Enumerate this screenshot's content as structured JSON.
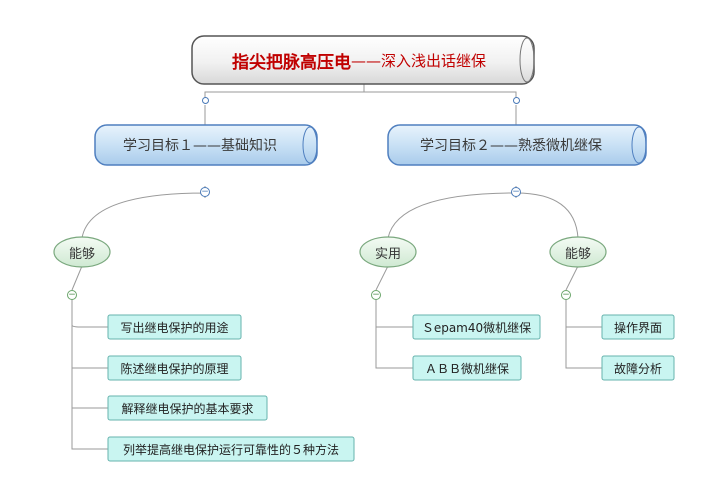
{
  "root": {
    "title_main": "指尖把脉高压电",
    "title_sub": "——深入浅出话继保"
  },
  "goals": [
    {
      "label": "学习目标１——基础知识",
      "toggle": "−"
    },
    {
      "label": "学习目标２——熟悉微机继保",
      "toggle": "−"
    }
  ],
  "groups": [
    {
      "label": "能够",
      "toggle": "−",
      "items": [
        "写出继电保护的用途",
        "陈述继电保护的原理",
        "解释继电保护的基本要求",
        "列举提高继电保护运行可靠性的５种方法"
      ]
    },
    {
      "label": "实用",
      "toggle": "−",
      "items": [
        "Ｓepam40微机继保",
        "ＡＢＢ微机继保"
      ]
    },
    {
      "label": "能够",
      "toggle": "−",
      "items": [
        "操作界面",
        "故障分析"
      ]
    }
  ],
  "colors": {
    "line": "#9a9a9a",
    "root_border": "#555555",
    "root_text": "#c00000",
    "goal_fill": "#c9e1f5",
    "goal_border": "#4f7fbf",
    "oval_fill": "#dff1e1",
    "oval_border": "#7aa87e",
    "leaf_fill": "#c9f5f1",
    "leaf_border": "#66b3ad",
    "toggle": "#4a7ab8"
  }
}
